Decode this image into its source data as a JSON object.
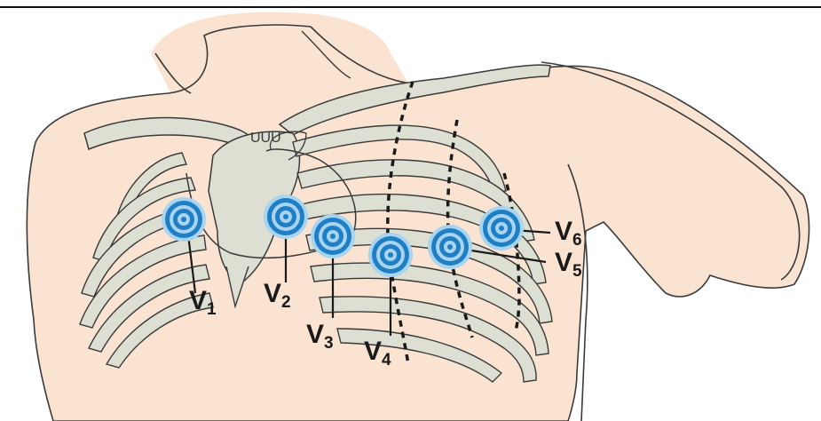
{
  "colors": {
    "skin": "#fbe3d2",
    "skin_outline": "#3a3a3a",
    "bone": "#dcdfd2",
    "bone_outline": "#3a3a3a",
    "electrode": "#1f7fc4",
    "electrode_light": "#a9d4f0",
    "leader_line": "#1a1a1a",
    "dashed_line": "#1a1a1a"
  },
  "leads": [
    {
      "id": "v1",
      "letter": "V",
      "number": "1"
    },
    {
      "id": "v2",
      "letter": "V",
      "number": "2"
    },
    {
      "id": "v3",
      "letter": "V",
      "number": "3"
    },
    {
      "id": "v4",
      "letter": "V",
      "number": "4"
    },
    {
      "id": "v5",
      "letter": "V",
      "number": "5"
    },
    {
      "id": "v6",
      "letter": "V",
      "number": "6"
    }
  ]
}
